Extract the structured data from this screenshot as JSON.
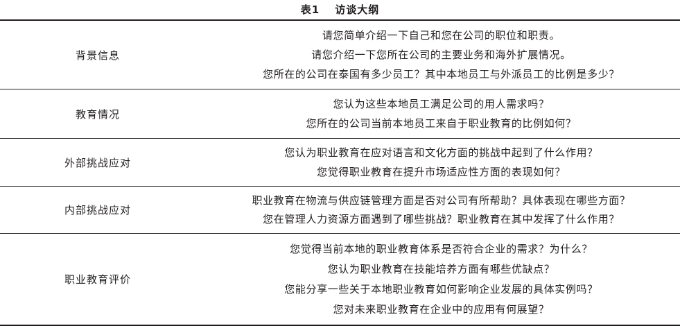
{
  "caption": {
    "number": "表1",
    "title": "访谈大纲"
  },
  "rows": [
    {
      "category": "背景信息",
      "questions": [
        "请您简单介绍一下自己和您在公司的职位和职责。",
        "请您介绍一下您所在公司的主要业务和海外扩展情况。",
        "您所在的公司在泰国有多少员工？其中本地员工与外派员工的比例是多少？"
      ]
    },
    {
      "category": "教育情况",
      "questions": [
        "您认为这些本地员工满足公司的用人需求吗？",
        "您所在的公司当前本地员工来自于职业教育的比例如何？"
      ]
    },
    {
      "category": "外部挑战应对",
      "questions": [
        "您认为职业教育在应对语言和文化方面的挑战中起到了什么作用？",
        "您觉得职业教育在提升市场适应性方面的表现如何？"
      ]
    },
    {
      "category": "内部挑战应对",
      "questions": [
        "职业教育在物流与供应链管理方面是否对公司有所帮助？具体表现在哪些方面？",
        "您在管理人力资源方面遇到了哪些挑战？职业教育在其中发挥了什么作用？"
      ]
    },
    {
      "category": "职业教育评价",
      "questions": [
        "您觉得当前本地的职业教育体系是否符合企业的需求？为什么？",
        "您认为职业教育在技能培养方面有哪些优缺点？",
        "您能分享一些关于本地职业教育如何影响企业发展的具体实例吗？",
        "您对未来职业教育在企业中的应用有何展望？"
      ]
    }
  ]
}
